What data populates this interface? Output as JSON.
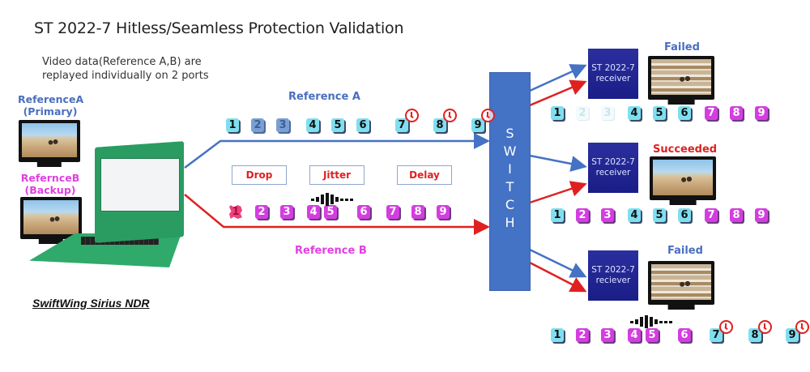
{
  "title": "ST 2022-7 Hitless/Seamless Protection Validation",
  "subtitle": [
    "Video data(Reference A,B) are",
    "replayed individually on 2 ports"
  ],
  "sources": {
    "primary": {
      "label": "ReferenceA",
      "role": "(Primary)",
      "color": "#4a6fbf"
    },
    "backup": {
      "label": "RefernceB",
      "role": "(Backup)",
      "color": "#e040e0"
    }
  },
  "device_name": "SwiftWing Sirius NDR",
  "streams": {
    "a": {
      "label": "Reference A",
      "color": "#4472c4",
      "packets": [
        {
          "n": "1",
          "state": "ok"
        },
        {
          "n": "2",
          "state": "lost"
        },
        {
          "n": "3",
          "state": "lost"
        },
        {
          "n": "4",
          "state": "ok"
        },
        {
          "n": "5",
          "state": "ok"
        },
        {
          "n": "6",
          "state": "ok"
        },
        {
          "n": "7",
          "state": "delayed"
        },
        {
          "n": "8",
          "state": "delayed"
        },
        {
          "n": "9",
          "state": "delayed"
        }
      ]
    },
    "b": {
      "label": "Reference B",
      "color": "#e02020",
      "packets": [
        {
          "n": "1",
          "state": "dropped"
        },
        {
          "n": "2",
          "state": "ok"
        },
        {
          "n": "3",
          "state": "ok"
        },
        {
          "n": "4",
          "state": "jitter"
        },
        {
          "n": "5",
          "state": "jitter"
        },
        {
          "n": "6",
          "state": "ok"
        },
        {
          "n": "7",
          "state": "ok"
        },
        {
          "n": "8",
          "state": "ok"
        },
        {
          "n": "9",
          "state": "ok"
        }
      ]
    }
  },
  "impairments": [
    "Drop",
    "Jitter",
    "Delay"
  ],
  "switch_label": "SWITCH",
  "receivers": [
    {
      "label_line1": "ST 2022-7",
      "label_line2": "receiver",
      "status": "Failed",
      "status_color": "#4a6fbf",
      "output": [
        {
          "n": "1",
          "src": "a"
        },
        {
          "n": "2",
          "src": "none"
        },
        {
          "n": "3",
          "src": "none"
        },
        {
          "n": "4",
          "src": "a"
        },
        {
          "n": "5",
          "src": "a"
        },
        {
          "n": "6",
          "src": "a"
        },
        {
          "n": "7",
          "src": "b"
        },
        {
          "n": "8",
          "src": "b"
        },
        {
          "n": "9",
          "src": "b"
        }
      ]
    },
    {
      "label_line1": "ST 2022-7",
      "label_line2": "receiver",
      "status": "Succeeded",
      "status_color": "#e02020",
      "output": [
        {
          "n": "1",
          "src": "a"
        },
        {
          "n": "2",
          "src": "b"
        },
        {
          "n": "3",
          "src": "b"
        },
        {
          "n": "4",
          "src": "a"
        },
        {
          "n": "5",
          "src": "a"
        },
        {
          "n": "6",
          "src": "a"
        },
        {
          "n": "7",
          "src": "b"
        },
        {
          "n": "8",
          "src": "b"
        },
        {
          "n": "9",
          "src": "b"
        }
      ]
    },
    {
      "label_line1": "ST 2022-7",
      "label_line2": "reciever",
      "status": "Failed",
      "status_color": "#4a6fbf",
      "output": [
        {
          "n": "1",
          "src": "a"
        },
        {
          "n": "2",
          "src": "b"
        },
        {
          "n": "3",
          "src": "b"
        },
        {
          "n": "4",
          "src": "b-jitter"
        },
        {
          "n": "5",
          "src": "b-jitter"
        },
        {
          "n": "6",
          "src": "b"
        },
        {
          "n": "7",
          "src": "a-delayed"
        },
        {
          "n": "8",
          "src": "a-delayed"
        },
        {
          "n": "9",
          "src": "a-delayed"
        }
      ]
    }
  ]
}
